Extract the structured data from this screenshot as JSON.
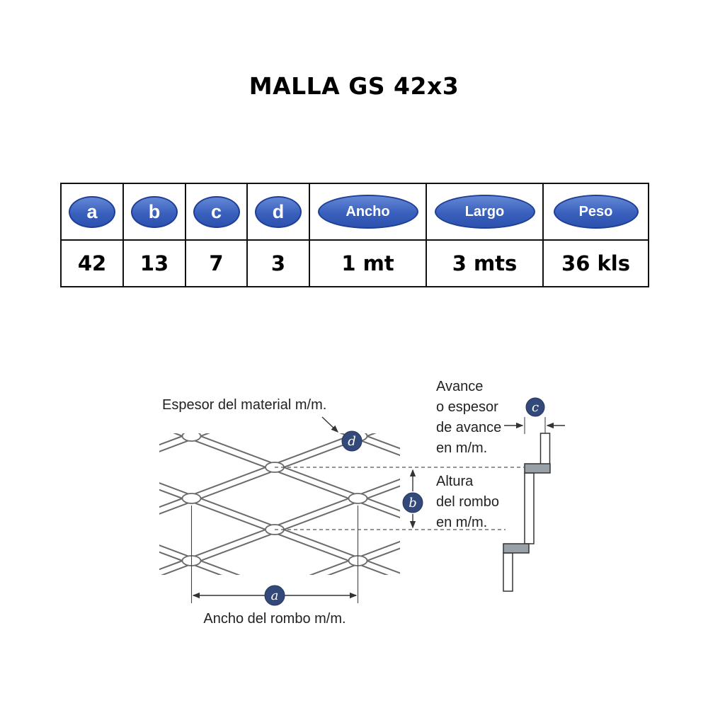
{
  "title": "MALLA GS 42x3",
  "table": {
    "headers": [
      {
        "label": "a"
      },
      {
        "label": "b"
      },
      {
        "label": "c"
      },
      {
        "label": "d"
      },
      {
        "label": "Ancho"
      },
      {
        "label": "Largo"
      },
      {
        "label": "Peso"
      }
    ],
    "values": [
      "42",
      "13",
      "7",
      "3",
      "1 mt",
      "3 mts",
      "36 kls"
    ]
  },
  "diagram": {
    "espesor_label": "Espesor del material m/m.",
    "avance_lines": [
      "Avance",
      "o espesor",
      "de avance",
      "en m/m."
    ],
    "altura_lines": [
      "Altura",
      "del rombo",
      "en m/m."
    ],
    "ancho_label": "Ancho del rombo m/m.",
    "markers": {
      "a": "a",
      "b": "b",
      "c": "c",
      "d": "d"
    }
  },
  "colors": {
    "header_ellipse_blue": "#3a60bd",
    "header_ellipse_border": "#1f3f96",
    "marker_navy": "#33497a",
    "table_border": "#111111",
    "text": "#222222"
  }
}
